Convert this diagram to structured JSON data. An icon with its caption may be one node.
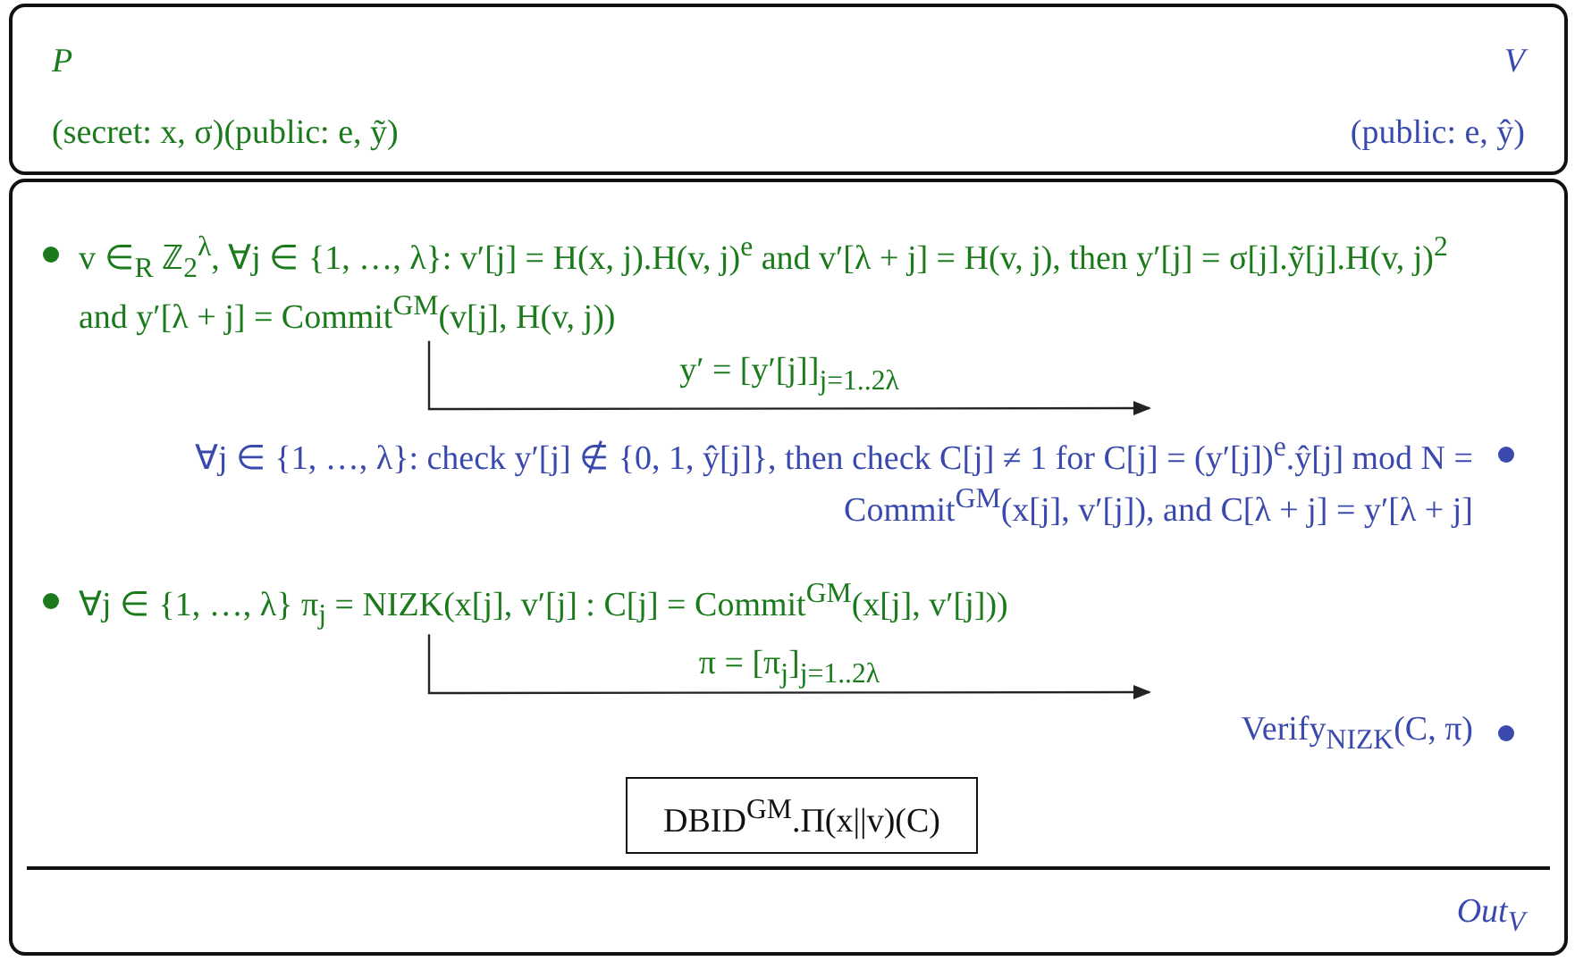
{
  "diagram": {
    "nodes": [
      {
        "text": [
          "P",
          "V",
          "(secret: x, σ)(public: e, ỹ)",
          "(public: e, ŷ)"
        ]
      },
      {
        "text": [
          "Out$_{V}$"
        ]
      },
      {
        "text": [
          "v ∈$_{R}$ ℤ$_{2}$$^{λ}$, ∀j ∈ {1, …, λ}: v′[j] = H(x, j).H(v, j)$^{e}$ and v′[λ + j] = H(v, j), then y′[j] = σ[j].ỹ[j].H(v, j)$^{2}$ and y′[λ + j] = Commit$^{GM}$(v[j], H(v, j))"
        ],
        "in": 1
      },
      {
        "text": [
          "∀j ∈ {1, …, λ}: check y′[j] ∉ {0, 1, ŷ[j]}, then check C[j] ≠ 1 for C[j] = (y′[j])$^{e}$.ŷ[j] mod N = Commit$^{GM}$(x[j], v′[j]), and C[λ + j] = y′[λ + j]"
        ],
        "in": 1
      },
      {
        "text": [
          "∀j ∈ {1, …, λ} π$_{j}$ = NIZK(x[j], v′[j] : C[j] = Commit$^{GM}$(x[j], v′[j]))"
        ],
        "in": 1
      },
      {
        "text": [
          "Verify$_{NIZK}$(C, π)"
        ],
        "in": 1
      },
      {
        "text": [
          "DBID$^{GM}$.Π(x||v)(C)"
        ],
        "in": 1
      }
    ],
    "edges": [
      {
        "from": 2,
        "to": 3,
        "arrow": "to",
        "label": "y′ = [y′[j]]$_{j=1..2λ}$"
      },
      {
        "from": 4,
        "to": 5,
        "arrow": "to",
        "label": "π = [π$_{j}$]$_{j=1..2λ}$"
      }
    ]
  }
}
